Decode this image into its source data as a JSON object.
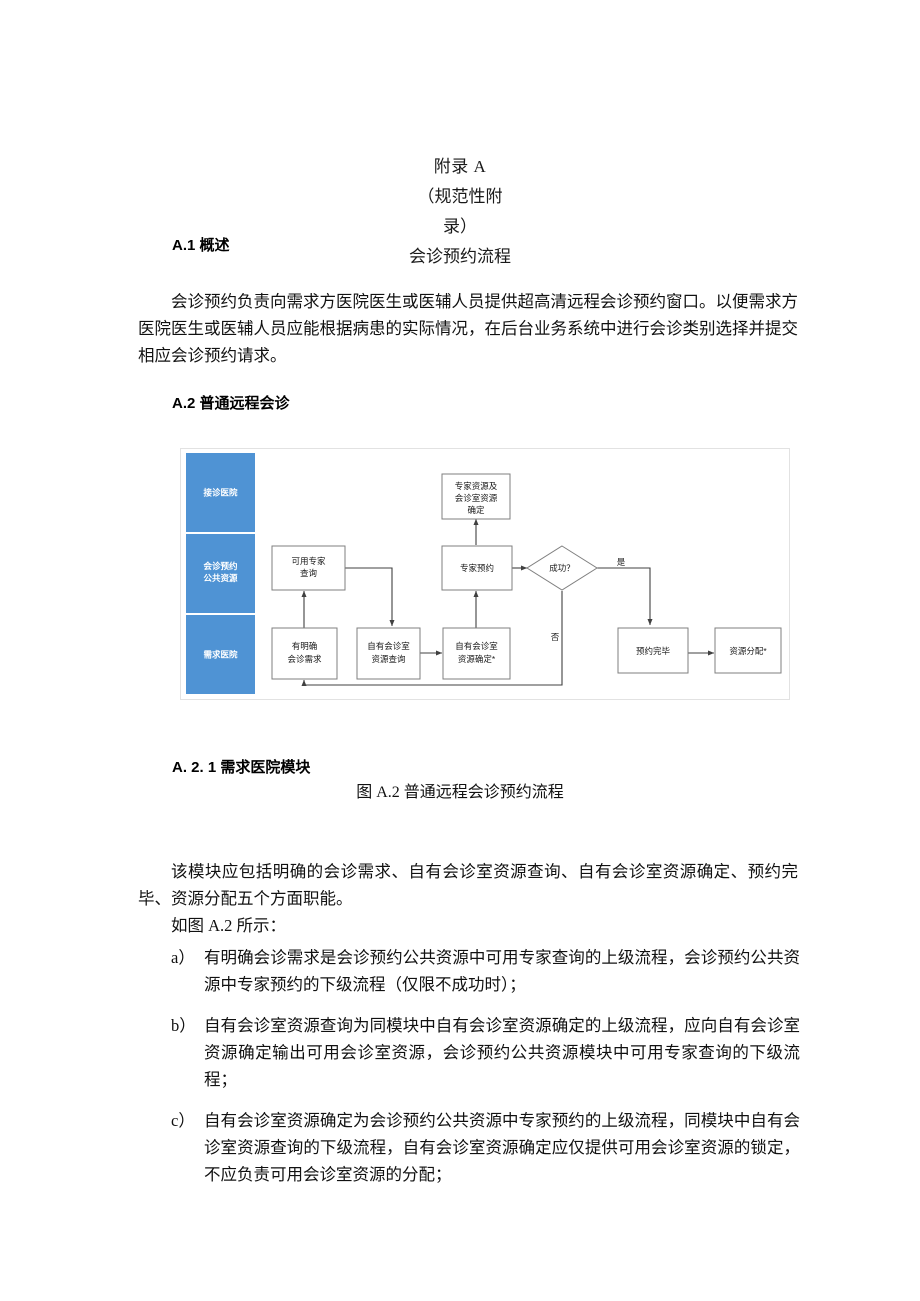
{
  "document": {
    "appendix_title": "附录 A",
    "appendix_sub_line1": "（规范性附",
    "appendix_sub_line2": "录）",
    "appendix_name": "会诊预约流程"
  },
  "headings": {
    "a1": "A.1 概述",
    "a2": "A.2 普通远程会诊",
    "a21": "A. 2. 1 需求医院模块"
  },
  "paragraphs": {
    "overview": "会诊预约负责向需求方医院医生或医辅人员提供超高清远程会诊预约窗口。以便需求方医院医生或医辅人员应能根据病患的实际情况，在后台业务系统中进行会诊类别选择并提交相应会诊预约请求。",
    "module_intro": "该模块应包括明确的会诊需求、自有会诊室资源查询、自有会诊室资源确定、预约完毕、资源分配五个方面职能。",
    "as_shown": "如图 A.2 所示："
  },
  "figure": {
    "caption": "图 A.2 普通远程会诊预约流程"
  },
  "list": [
    {
      "marker": "a）",
      "text": "有明确会诊需求是会诊预约公共资源中可用专家查询的上级流程，会诊预约公共资源中专家预约的下级流程（仅限不成功时）；"
    },
    {
      "marker": "b）",
      "text": "自有会诊室资源查询为同模块中自有会诊室资源确定的上级流程，应向自有会诊室资源确定输出可用会诊室资源，会诊预约公共资源模块中可用专家查询的下级流程；"
    },
    {
      "marker": "c）",
      "text": "自有会诊室资源确定为会诊预约公共资源中专家预约的上级流程，同模块中自有会诊室资源查询的下级流程，自有会诊室资源确定应仅提供可用会诊室资源的锁定，不应负责可用会诊室资源的分配；"
    }
  ],
  "diagram": {
    "colors": {
      "lane_fill": "#4f93d4",
      "lane_border": "#ffffff",
      "node_border": "#7f7f7f",
      "node_fill": "#ffffff",
      "edge": "#404040",
      "canvas_border": "#dcdcdc"
    },
    "lanes": [
      {
        "id": "lane-receiving-hospital",
        "lines": [
          "接诊医院"
        ]
      },
      {
        "id": "lane-public-resource",
        "lines": [
          "会诊预约",
          "公共资源"
        ]
      },
      {
        "id": "lane-demand-hospital",
        "lines": [
          "需求医院"
        ]
      }
    ],
    "nodes": [
      {
        "id": "node-expert-room-resource-confirm",
        "shape": "rect",
        "lines": [
          "专家资源及",
          "会诊室资源",
          "确定"
        ]
      },
      {
        "id": "node-available-expert-query",
        "shape": "rect",
        "lines": [
          "可用专家",
          "查询"
        ]
      },
      {
        "id": "node-expert-booking",
        "shape": "rect",
        "lines": [
          "专家预约"
        ]
      },
      {
        "id": "node-success-decision",
        "shape": "diamond",
        "lines": [
          "成功？"
        ]
      },
      {
        "id": "node-booking-complete",
        "shape": "rect",
        "lines": [
          "预约完毕"
        ]
      },
      {
        "id": "node-resource-allocation",
        "shape": "rect",
        "lines": [
          "资源分配*"
        ]
      },
      {
        "id": "node-clear-consult-demand",
        "shape": "rect",
        "lines": [
          "有明确",
          "会诊需求"
        ]
      },
      {
        "id": "node-own-room-resource-query",
        "shape": "rect",
        "lines": [
          "自有会诊室",
          "资源查询"
        ]
      },
      {
        "id": "node-own-room-resource-confirm",
        "shape": "rect",
        "lines": [
          "自有会诊室",
          "资源确定*"
        ]
      }
    ],
    "edge_labels": {
      "yes": "是",
      "no": "否"
    }
  }
}
